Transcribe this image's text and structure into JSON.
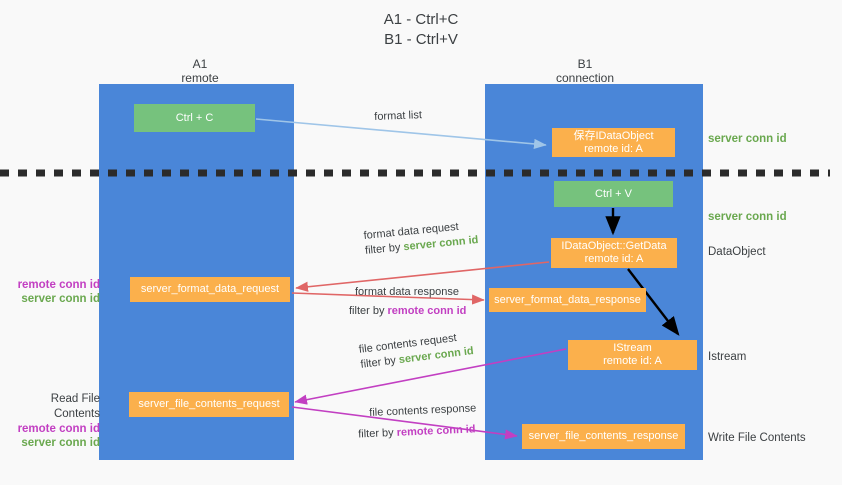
{
  "title": {
    "line1": "A1 - Ctrl+C",
    "line2": "B1 - Ctrl+V"
  },
  "columns": [
    {
      "name": "A1",
      "sub": "remote"
    },
    {
      "name": "B1",
      "sub": "connection"
    }
  ],
  "boxes": {
    "ctrl_c": "Ctrl + C",
    "ctrl_v": "Ctrl + V",
    "save_idataobject_l1": "保存IDataObject",
    "save_idataobject_l2": "remote id: A",
    "getdata_l1": "IDataObject::GetData",
    "getdata_l2": "remote id: A",
    "istream_l1": "IStream",
    "istream_l2": "remote id: A",
    "server_format_data_request": "server_format_data_request",
    "server_format_data_response": "server_format_data_response",
    "server_file_contents_request": "server_file_contents_request",
    "server_file_contents_response": "server_file_contents_response"
  },
  "right_labels": {
    "server_conn_id_1": "server conn id",
    "server_conn_id_2": "server conn id",
    "data_object": "DataObject",
    "istream": "Istream",
    "write_file_contents": "Write File Contents"
  },
  "left_labels": {
    "group1_remote": "remote conn id",
    "group1_server": "server conn id",
    "read_file_contents": "Read File Contents",
    "group2_remote": "remote conn id",
    "group2_server": "server conn id"
  },
  "edge_labels": {
    "format_list": "format list",
    "format_data_request": "format data request",
    "format_data_request_filter_prefix": "filter by ",
    "format_data_request_filter_value": "server conn id",
    "format_data_response": "format data response",
    "format_data_response_filter_prefix": "filter by ",
    "format_data_response_filter_value": "remote conn id",
    "file_contents_request": "file contents request",
    "file_contents_request_filter_prefix": "filter by ",
    "file_contents_request_filter_value": "server conn id",
    "file_contents_response": "file contents response",
    "file_contents_response_filter_prefix": "filter by ",
    "file_contents_response_filter_value": "remote conn id"
  },
  "colors": {
    "panel_blue": "#4a86d8",
    "green_box": "#76c27d",
    "orange_box": "#fbb04c",
    "arrow_lightblue": "#9fc5e8",
    "arrow_red": "#e06666",
    "arrow_magenta": "#c23fc2",
    "arrow_black": "#000000",
    "green_text": "#6aa84f",
    "purple_text": "#c23fc2",
    "background": "#f9f9f9"
  }
}
